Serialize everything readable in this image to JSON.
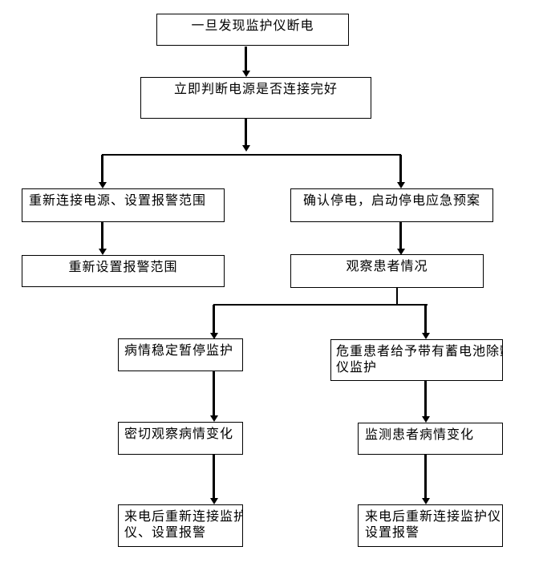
{
  "diagram": {
    "colors": {
      "background": "#ffffff",
      "line": "#000000",
      "box_border": "#000000",
      "text": "#000000"
    },
    "nodes": {
      "start": {
        "label": "一旦发现监护仪断电"
      },
      "check_power": {
        "label": "立即判断电源是否连接完好"
      },
      "reconnect_power": {
        "label": "重新连接电源、设置报警范围"
      },
      "confirm_outage": {
        "label": "确认停电，启动停电应急预案"
      },
      "reset_alarm": {
        "label": "重新设置报警范围"
      },
      "observe_patient": {
        "label": "观察患者情况"
      },
      "stable_pause": {
        "label": "病情稳定暂停监护"
      },
      "critical_defib": {
        "line1": "危重患者给予带有蓄电池除颤",
        "line2": "仪监护"
      },
      "close_observe": {
        "label": "密切观察病情变化"
      },
      "monitor_condition": {
        "label": "监测患者病情变化"
      },
      "power_restored_left": {
        "line1": "来电后重新连接监护",
        "line2": "仪、设置报警"
      },
      "power_restored_right": {
        "line1": "来电后重新连接监护仪、",
        "line2": "设置报警"
      }
    }
  }
}
